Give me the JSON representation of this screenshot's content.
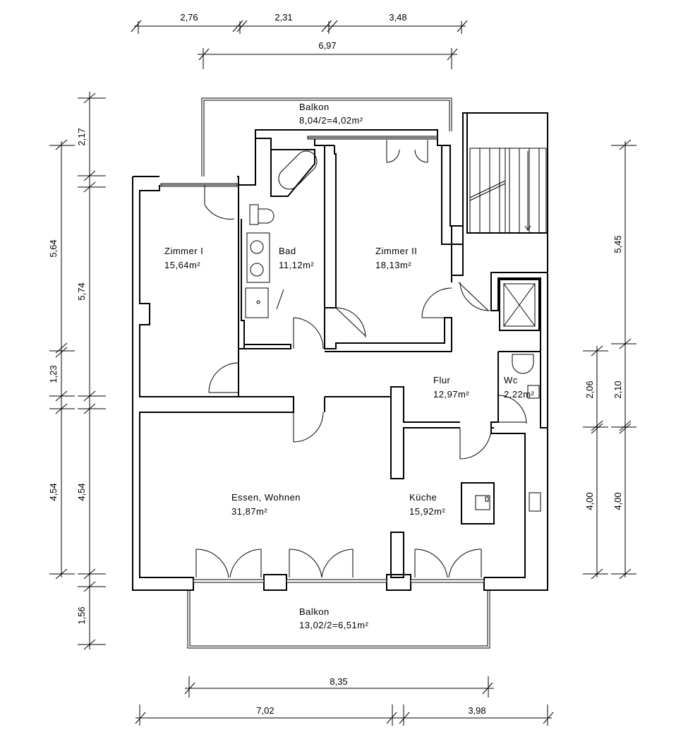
{
  "rooms": {
    "balkon_top": {
      "name": "Balkon",
      "area": "8,04/2=4,02m²"
    },
    "zimmer1": {
      "name": "Zimmer I",
      "area": "15,64m²"
    },
    "bad": {
      "name": "Bad",
      "area": "11,12m²"
    },
    "zimmer2": {
      "name": "Zimmer II",
      "area": "18,13m²"
    },
    "flur": {
      "name": "Flur",
      "area": "12,97m²"
    },
    "wc": {
      "name": "Wc",
      "area": "2,22m²"
    },
    "essen": {
      "name": "Essen, Wohnen",
      "area": "31,87m²"
    },
    "kueche": {
      "name": "Küche",
      "area": "15,92m²"
    },
    "balkon_bottom": {
      "name": "Balkon",
      "area": "13,02/2=6,51m²"
    }
  },
  "dims": {
    "top1": "2,76",
    "top2": "2,31",
    "top3": "3,48",
    "top_total": "6,97",
    "bottom_total": "8,35",
    "bottom1": "7,02",
    "bottom2": "3,98",
    "left_outer1": "5,64",
    "left_outer2": "1,23",
    "left_outer3": "4,54",
    "left_inner1": "2,17",
    "left_inner2": "5,74",
    "left_inner3": "4,54",
    "left_inner4": "1,56",
    "right_outer1": "5,45",
    "right_outer2": "2,10",
    "right_outer3": "4,00",
    "right_inner1": "2,06",
    "right_inner2": "4,00"
  }
}
